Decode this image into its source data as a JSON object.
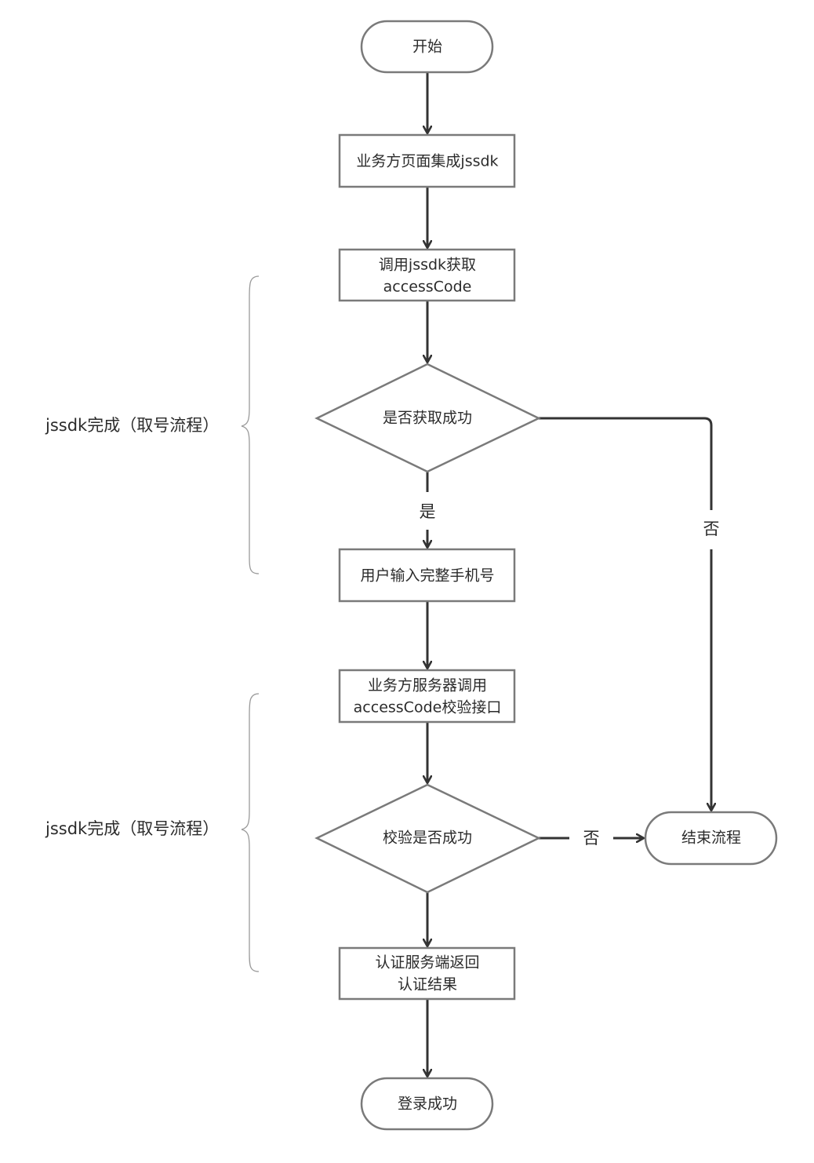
{
  "nodes": {
    "start": "开始",
    "integrate": "业务方页面集成jssdk",
    "call_line1": "调用jssdk获取",
    "call_line2": "accessCode",
    "decision_get": "是否获取成功",
    "input_phone": "用户输入完整手机号",
    "verify_line1": "业务方服务器调用",
    "verify_line2": "accessCode校验接口",
    "decision_verify": "校验是否成功",
    "end_flow": "结束流程",
    "return_line1": "认证服务端返回",
    "return_line2": "认证结果",
    "login_success": "登录成功"
  },
  "edge_labels": {
    "yes": "是",
    "no_right": "否",
    "no_verify": "否"
  },
  "groups": {
    "group1": "jssdk完成（取号流程）",
    "group2": "jssdk完成（取号流程）"
  },
  "colors": {
    "shape_stroke": "#7a7a7a",
    "edge": "#333333",
    "brace": "#9a9a9a",
    "text": "#2b2b2b"
  }
}
